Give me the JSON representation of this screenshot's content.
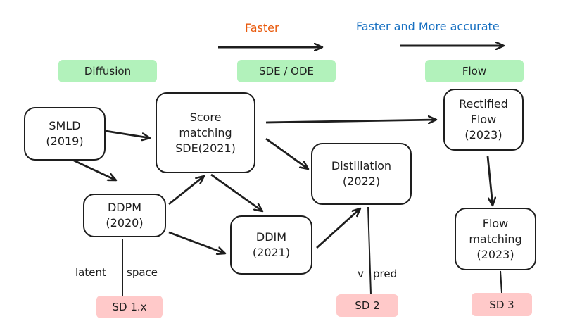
{
  "top_labels": {
    "faster": "Faster",
    "faster_more_accurate": "Faster and More accurate"
  },
  "colors": {
    "faster": "#e8590c",
    "faster_more_accurate": "#1971c2",
    "category_fill": "#b2f2bb",
    "model_fill": "#ffc9c9",
    "stroke": "#1e1e1e"
  },
  "categories": [
    {
      "id": "diffusion",
      "label": "Diffusion"
    },
    {
      "id": "sde-ode",
      "label": "SDE / ODE"
    },
    {
      "id": "flow",
      "label": "Flow"
    }
  ],
  "nodes": [
    {
      "id": "smld",
      "lines": [
        "SMLD",
        "(2019)"
      ]
    },
    {
      "id": "score-matching",
      "lines": [
        "Score",
        "matching",
        "SDE(2021)"
      ]
    },
    {
      "id": "ddpm",
      "lines": [
        "DDPM",
        "(2020)"
      ]
    },
    {
      "id": "ddim",
      "lines": [
        "DDIM",
        "(2021)"
      ]
    },
    {
      "id": "distillation",
      "lines": [
        "Distillation",
        "(2022)"
      ]
    },
    {
      "id": "rectified-flow",
      "lines": [
        "Rectified",
        "Flow",
        "(2023)"
      ]
    },
    {
      "id": "flow-matching",
      "lines": [
        "Flow",
        "matching",
        "(2023)"
      ]
    }
  ],
  "models": [
    {
      "id": "sd1x",
      "label": "SD 1.x"
    },
    {
      "id": "sd2",
      "label": "SD 2"
    },
    {
      "id": "sd3",
      "label": "SD 3"
    }
  ],
  "edge_labels": {
    "latent_left": "latent",
    "latent_right": "space",
    "vpred_left": "v",
    "vpred_right": "pred"
  },
  "edges": [
    {
      "from": "smld",
      "to": "score-matching",
      "arrow": true
    },
    {
      "from": "smld",
      "to": "ddpm",
      "arrow": true
    },
    {
      "from": "ddpm",
      "to": "score-matching",
      "arrow": true
    },
    {
      "from": "ddpm",
      "to": "ddim",
      "arrow": true
    },
    {
      "from": "score-matching",
      "to": "ddim",
      "arrow": true
    },
    {
      "from": "score-matching",
      "to": "distillation",
      "arrow": true
    },
    {
      "from": "score-matching",
      "to": "rectified-flow",
      "arrow": true
    },
    {
      "from": "ddim",
      "to": "distillation",
      "arrow": true
    },
    {
      "from": "rectified-flow",
      "to": "flow-matching",
      "arrow": true
    },
    {
      "from": "ddpm",
      "to": "sd1x",
      "arrow": false
    },
    {
      "from": "distillation",
      "to": "sd2",
      "arrow": false
    },
    {
      "from": "flow-matching",
      "to": "sd3",
      "arrow": false
    }
  ]
}
